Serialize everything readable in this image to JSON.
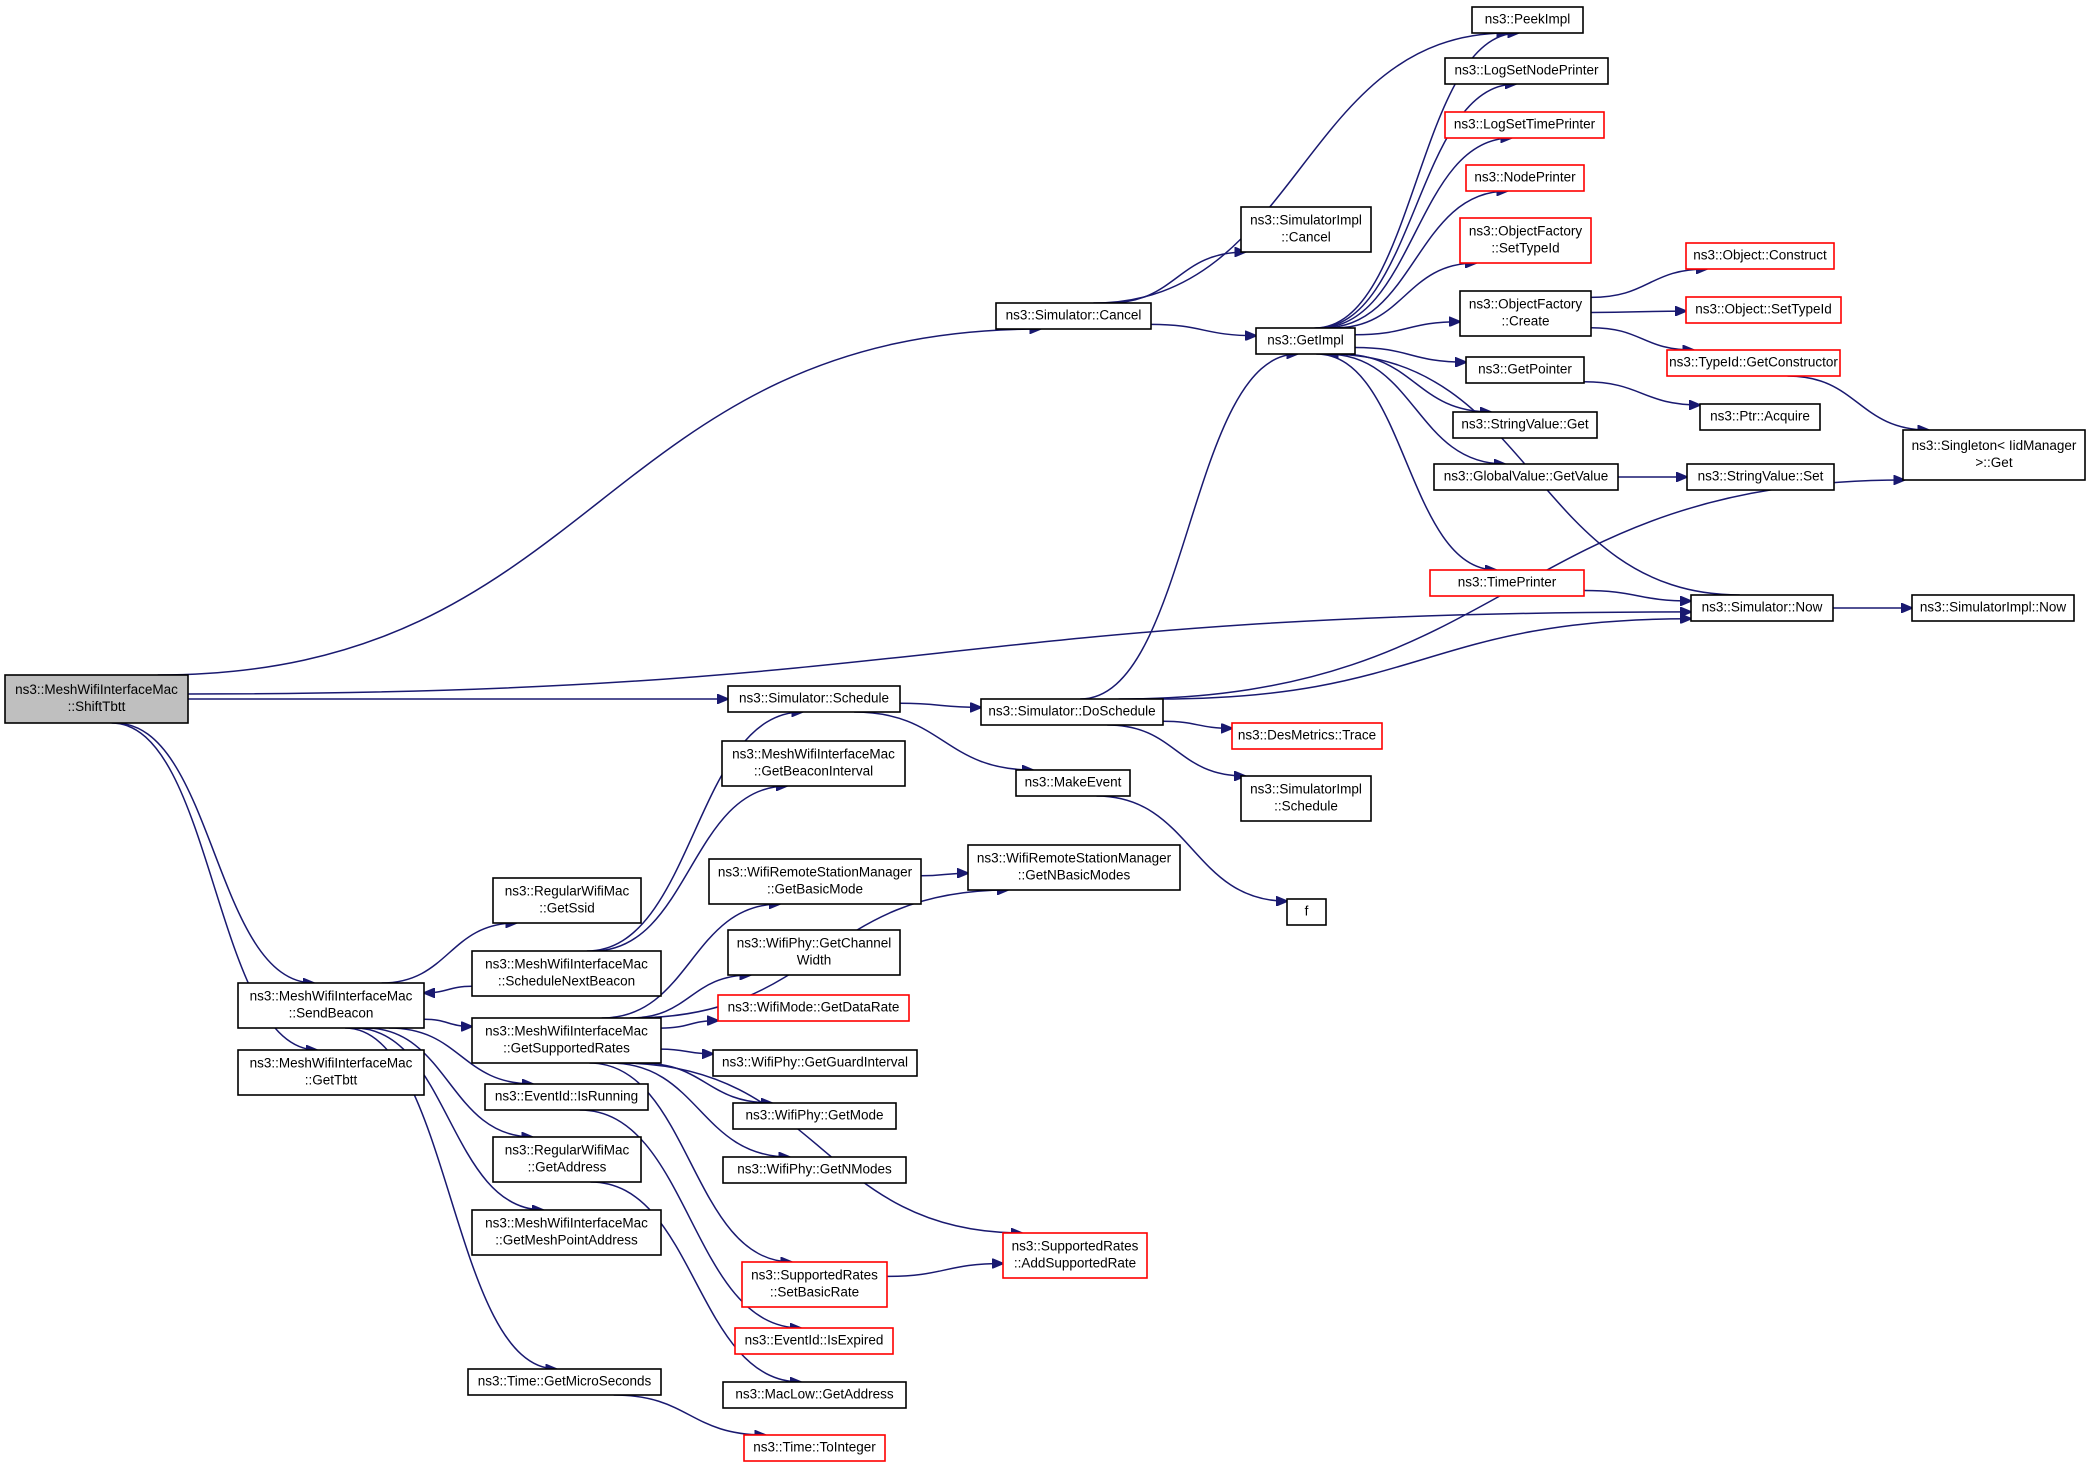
{
  "colors": {
    "edge": "#191970",
    "node_border": "#000000",
    "undocumented_border": "#ff0000",
    "root_fill": "#bfbfbf"
  },
  "nodes": [
    {
      "id": "shifttbtt",
      "lines": [
        "ns3::MeshWifiInterfaceMac",
        "::ShiftTbtt"
      ],
      "style": "root"
    },
    {
      "id": "simcancel",
      "lines": [
        "ns3::Simulator::Cancel"
      ],
      "style": "black"
    },
    {
      "id": "implcancel",
      "lines": [
        "ns3::SimulatorImpl",
        "::Cancel"
      ],
      "style": "black"
    },
    {
      "id": "getimpl",
      "lines": [
        "ns3::GetImpl"
      ],
      "style": "black"
    },
    {
      "id": "peekimpl",
      "lines": [
        "ns3::PeekImpl"
      ],
      "style": "black"
    },
    {
      "id": "lognode",
      "lines": [
        "ns3::LogSetNodePrinter"
      ],
      "style": "black"
    },
    {
      "id": "logtime",
      "lines": [
        "ns3::LogSetTimePrinter"
      ],
      "style": "red"
    },
    {
      "id": "nodeprinter",
      "lines": [
        "ns3::NodePrinter"
      ],
      "style": "red"
    },
    {
      "id": "ofsettype",
      "lines": [
        "ns3::ObjectFactory",
        "::SetTypeId"
      ],
      "style": "red"
    },
    {
      "id": "ofcreate",
      "lines": [
        "ns3::ObjectFactory",
        "::Create"
      ],
      "style": "black"
    },
    {
      "id": "objconstruct",
      "lines": [
        "ns3::Object::Construct"
      ],
      "style": "red"
    },
    {
      "id": "objsettype",
      "lines": [
        "ns3::Object::SetTypeId"
      ],
      "style": "red"
    },
    {
      "id": "typeidctor",
      "lines": [
        "ns3::TypeId::GetConstructor"
      ],
      "style": "red"
    },
    {
      "id": "getpointer",
      "lines": [
        "ns3::GetPointer"
      ],
      "style": "black"
    },
    {
      "id": "ptracquire",
      "lines": [
        "ns3::Ptr::Acquire"
      ],
      "style": "black"
    },
    {
      "id": "strvalget",
      "lines": [
        "ns3::StringValue::Get"
      ],
      "style": "black"
    },
    {
      "id": "globalget",
      "lines": [
        "ns3::GlobalValue::GetValue"
      ],
      "style": "black"
    },
    {
      "id": "strvalset",
      "lines": [
        "ns3::StringValue::Set"
      ],
      "style": "black"
    },
    {
      "id": "singleton",
      "lines": [
        "ns3::Singleton< IidManager",
        ">::Get"
      ],
      "style": "black"
    },
    {
      "id": "timeprinter",
      "lines": [
        "ns3::TimePrinter"
      ],
      "style": "red"
    },
    {
      "id": "simnow",
      "lines": [
        "ns3::Simulator::Now"
      ],
      "style": "black"
    },
    {
      "id": "implnow",
      "lines": [
        "ns3::SimulatorImpl::Now"
      ],
      "style": "black"
    },
    {
      "id": "simschedule",
      "lines": [
        "ns3::Simulator::Schedule"
      ],
      "style": "black"
    },
    {
      "id": "doschedule",
      "lines": [
        "ns3::Simulator::DoSchedule"
      ],
      "style": "black"
    },
    {
      "id": "desmetrics",
      "lines": [
        "ns3::DesMetrics::Trace"
      ],
      "style": "red"
    },
    {
      "id": "makeevent",
      "lines": [
        "ns3::MakeEvent"
      ],
      "style": "black"
    },
    {
      "id": "implschedule",
      "lines": [
        "ns3::SimulatorImpl",
        "::Schedule"
      ],
      "style": "black"
    },
    {
      "id": "f",
      "lines": [
        "f"
      ],
      "style": "black"
    },
    {
      "id": "getbeaconint",
      "lines": [
        "ns3::MeshWifiInterfaceMac",
        "::GetBeaconInterval"
      ],
      "style": "black"
    },
    {
      "id": "getbasicmode",
      "lines": [
        "ns3::WifiRemoteStationManager",
        "::GetBasicMode"
      ],
      "style": "black"
    },
    {
      "id": "getnbasic",
      "lines": [
        "ns3::WifiRemoteStationManager",
        "::GetNBasicModes"
      ],
      "style": "black"
    },
    {
      "id": "getssid",
      "lines": [
        "ns3::RegularWifiMac",
        "::GetSsid"
      ],
      "style": "black"
    },
    {
      "id": "schednext",
      "lines": [
        "ns3::MeshWifiInterfaceMac",
        "::ScheduleNextBeacon"
      ],
      "style": "black"
    },
    {
      "id": "sendbeacon",
      "lines": [
        "ns3::MeshWifiInterfaceMac",
        "::SendBeacon"
      ],
      "style": "black"
    },
    {
      "id": "getsupported",
      "lines": [
        "ns3::MeshWifiInterfaceMac",
        "::GetSupportedRates"
      ],
      "style": "black"
    },
    {
      "id": "gettbtt",
      "lines": [
        "ns3::MeshWifiInterfaceMac",
        "::GetTbtt"
      ],
      "style": "black"
    },
    {
      "id": "chanwidth",
      "lines": [
        "ns3::WifiPhy::GetChannel",
        "Width"
      ],
      "style": "black"
    },
    {
      "id": "datarate",
      "lines": [
        "ns3::WifiMode::GetDataRate"
      ],
      "style": "red"
    },
    {
      "id": "guardint",
      "lines": [
        "ns3::WifiPhy::GetGuardInterval"
      ],
      "style": "black"
    },
    {
      "id": "getmode",
      "lines": [
        "ns3::WifiPhy::GetMode"
      ],
      "style": "black"
    },
    {
      "id": "getnmodes",
      "lines": [
        "ns3::WifiPhy::GetNModes"
      ],
      "style": "black"
    },
    {
      "id": "isrunning",
      "lines": [
        "ns3::EventId::IsRunning"
      ],
      "style": "black"
    },
    {
      "id": "getaddress",
      "lines": [
        "ns3::RegularWifiMac",
        "::GetAddress"
      ],
      "style": "black"
    },
    {
      "id": "meshpoint",
      "lines": [
        "ns3::MeshWifiInterfaceMac",
        "::GetMeshPointAddress"
      ],
      "style": "black"
    },
    {
      "id": "addsupported",
      "lines": [
        "ns3::SupportedRates",
        "::AddSupportedRate"
      ],
      "style": "red"
    },
    {
      "id": "setbasic",
      "lines": [
        "ns3::SupportedRates",
        "::SetBasicRate"
      ],
      "style": "red"
    },
    {
      "id": "isexpired",
      "lines": [
        "ns3::EventId::IsExpired"
      ],
      "style": "red"
    },
    {
      "id": "getmicro",
      "lines": [
        "ns3::Time::GetMicroSeconds"
      ],
      "style": "black"
    },
    {
      "id": "maclowaddr",
      "lines": [
        "ns3::MacLow::GetAddress"
      ],
      "style": "black"
    },
    {
      "id": "tointeger",
      "lines": [
        "ns3::Time::ToInteger"
      ],
      "style": "red"
    }
  ],
  "edges": [
    [
      "shifttbtt",
      "simcancel"
    ],
    [
      "shifttbtt",
      "simnow"
    ],
    [
      "shifttbtt",
      "simschedule"
    ],
    [
      "shifttbtt",
      "sendbeacon"
    ],
    [
      "shifttbtt",
      "gettbtt"
    ],
    [
      "simcancel",
      "implcancel"
    ],
    [
      "simcancel",
      "getimpl"
    ],
    [
      "simcancel",
      "peekimpl"
    ],
    [
      "getimpl",
      "peekimpl"
    ],
    [
      "getimpl",
      "lognode"
    ],
    [
      "getimpl",
      "logtime"
    ],
    [
      "getimpl",
      "nodeprinter"
    ],
    [
      "getimpl",
      "ofsettype"
    ],
    [
      "getimpl",
      "ofcreate"
    ],
    [
      "getimpl",
      "getpointer"
    ],
    [
      "getimpl",
      "strvalget"
    ],
    [
      "getimpl",
      "globalget"
    ],
    [
      "getimpl",
      "timeprinter"
    ],
    [
      "ofcreate",
      "objconstruct"
    ],
    [
      "ofcreate",
      "objsettype"
    ],
    [
      "ofcreate",
      "typeidctor"
    ],
    [
      "typeidctor",
      "singleton"
    ],
    [
      "getpointer",
      "ptracquire"
    ],
    [
      "globalget",
      "strvalset"
    ],
    [
      "timeprinter",
      "simnow"
    ],
    [
      "simnow",
      "getimpl"
    ],
    [
      "simnow",
      "implnow"
    ],
    [
      "simschedule",
      "doschedule"
    ],
    [
      "simschedule",
      "makeevent"
    ],
    [
      "doschedule",
      "getimpl"
    ],
    [
      "doschedule",
      "singleton"
    ],
    [
      "doschedule",
      "desmetrics"
    ],
    [
      "doschedule",
      "implschedule"
    ],
    [
      "doschedule",
      "simnow"
    ],
    [
      "makeevent",
      "f"
    ],
    [
      "sendbeacon",
      "getssid"
    ],
    [
      "sendbeacon",
      "getsupported"
    ],
    [
      "sendbeacon",
      "isrunning"
    ],
    [
      "sendbeacon",
      "getaddress"
    ],
    [
      "sendbeacon",
      "meshpoint"
    ],
    [
      "sendbeacon",
      "getmicro"
    ],
    [
      "schednext",
      "sendbeacon"
    ],
    [
      "schednext",
      "simschedule"
    ],
    [
      "schednext",
      "getbeaconint"
    ],
    [
      "getsupported",
      "getbasicmode"
    ],
    [
      "getsupported",
      "getnbasic"
    ],
    [
      "getsupported",
      "chanwidth"
    ],
    [
      "getsupported",
      "datarate"
    ],
    [
      "getsupported",
      "guardint"
    ],
    [
      "getsupported",
      "getmode"
    ],
    [
      "getsupported",
      "getnmodes"
    ],
    [
      "getsupported",
      "addsupported"
    ],
    [
      "getsupported",
      "setbasic"
    ],
    [
      "getbasicmode",
      "getnbasic"
    ],
    [
      "setbasic",
      "addsupported"
    ],
    [
      "isrunning",
      "isexpired"
    ],
    [
      "getaddress",
      "maclowaddr"
    ],
    [
      "getmicro",
      "tointeger"
    ]
  ]
}
